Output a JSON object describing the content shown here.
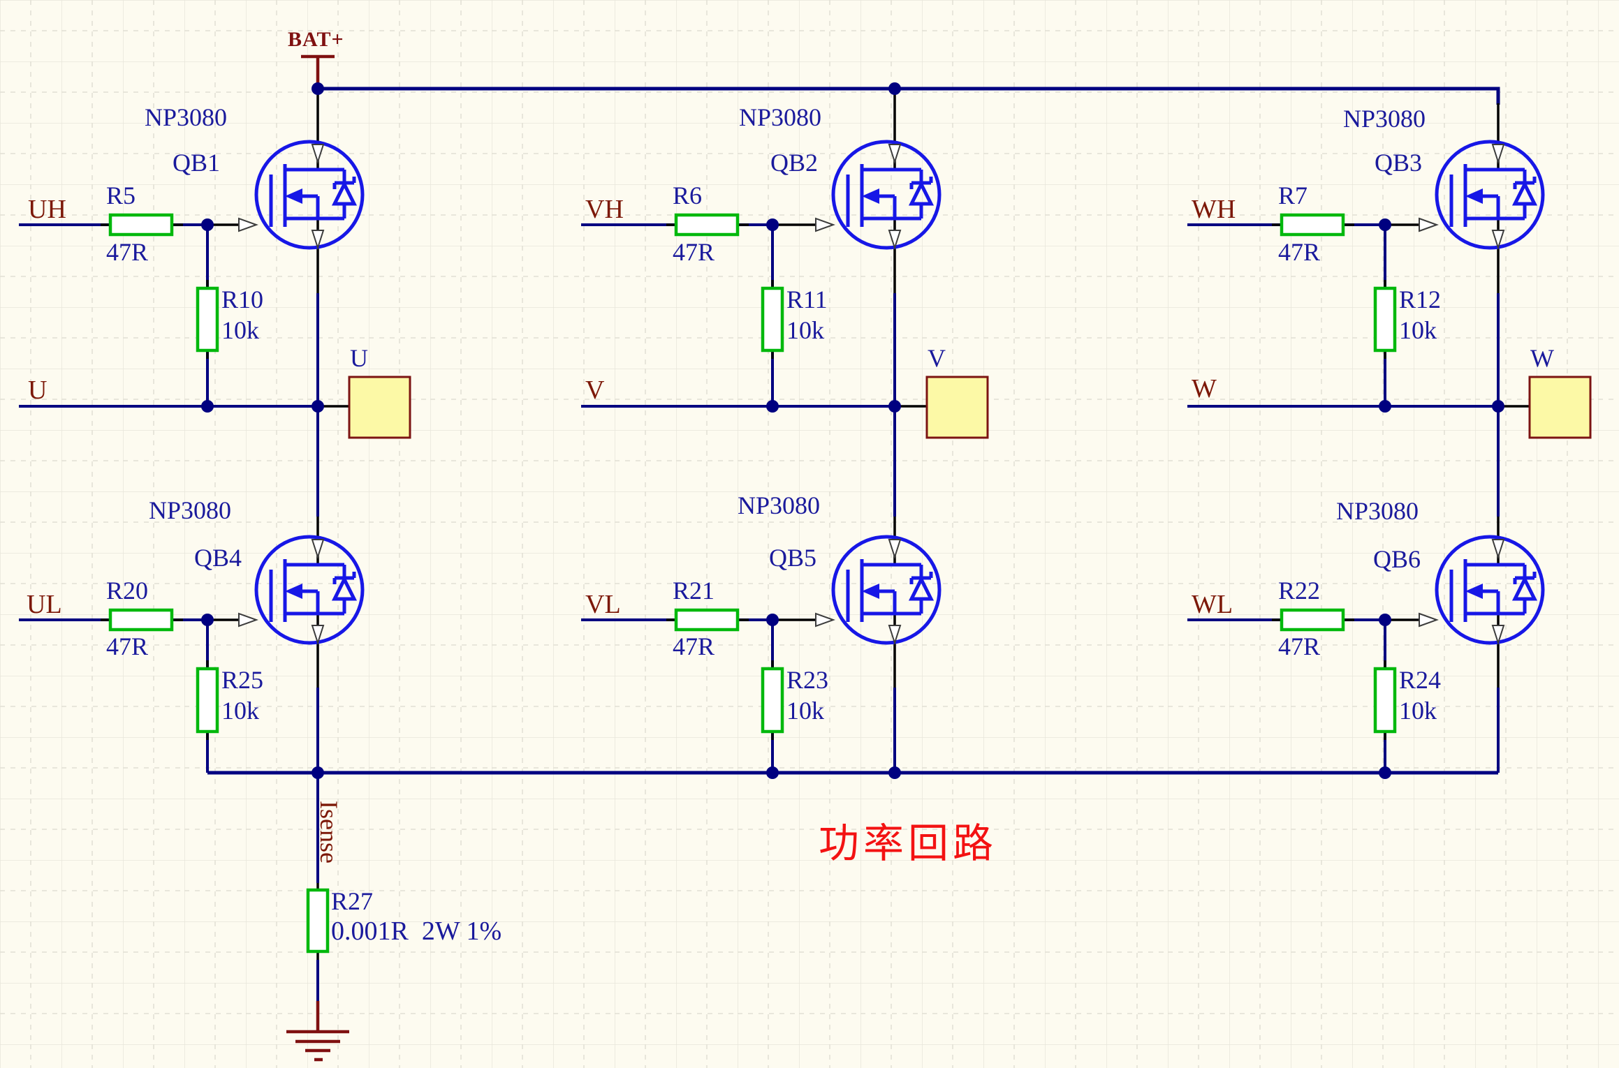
{
  "note": {
    "text": "功率回路"
  },
  "power": {
    "bat_flag": "BAT+"
  },
  "sense": {
    "net": "Isense",
    "res_name": "R27",
    "res_value": "0.001R  2W 1%"
  },
  "phases": [
    {
      "net": "U",
      "pad": "U",
      "high": {
        "input": "UH",
        "rg_name": "R5",
        "rg_value": "47R",
        "rp_name": "R10",
        "rp_value": "10k",
        "fet_part": "NP3080",
        "fet_ref": "QB1"
      },
      "low": {
        "input": "UL",
        "rg_name": "R20",
        "rg_value": "47R",
        "rp_name": "R25",
        "rp_value": "10k",
        "fet_part": "NP3080",
        "fet_ref": "QB4"
      }
    },
    {
      "net": "V",
      "pad": "V",
      "high": {
        "input": "VH",
        "rg_name": "R6",
        "rg_value": "47R",
        "rp_name": "R11",
        "rp_value": "10k",
        "fet_part": "NP3080",
        "fet_ref": "QB2"
      },
      "low": {
        "input": "VL",
        "rg_name": "R21",
        "rg_value": "47R",
        "rp_name": "R23",
        "rp_value": "10k",
        "fet_part": "NP3080",
        "fet_ref": "QB5"
      }
    },
    {
      "net": "W",
      "pad": "W",
      "high": {
        "input": "WH",
        "rg_name": "R7",
        "rg_value": "47R",
        "rp_name": "R12",
        "rp_value": "10k",
        "fet_part": "NP3080",
        "fet_ref": "QB3"
      },
      "low": {
        "input": "WL",
        "rg_name": "R22",
        "rg_value": "47R",
        "rp_name": "R24",
        "rp_value": "10k",
        "fet_part": "NP3080",
        "fet_ref": "QB6"
      }
    }
  ],
  "colors": {
    "background": "#fdfbf0",
    "wire": "#000080",
    "symbol_blue": "#1717e6",
    "resistor_green": "#00b80c",
    "pad_fill": "#fcf9a6",
    "pad_border": "#7c1412",
    "net_label": "#7c1808",
    "component_label": "#1a1a9c",
    "power_red": "#7f1010",
    "note_red": "#f31212"
  }
}
